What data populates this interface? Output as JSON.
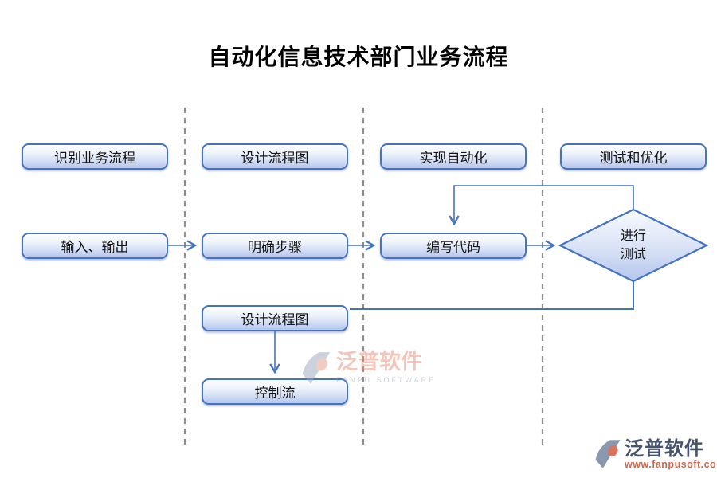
{
  "title": "自动化信息技术部门业务流程",
  "lane_headers": [
    {
      "label": "识别业务流程"
    },
    {
      "label": "设计流程图"
    },
    {
      "label": "实现自动化"
    },
    {
      "label": "测试和优化"
    }
  ],
  "steps": {
    "input_output": "输入、输出",
    "clarify_steps": "明确步骤",
    "write_code": "编写代码",
    "run_test_line1": "进行",
    "run_test_line2": "测试",
    "design_flowchart": "设计流程图",
    "control_flow": "控制流"
  },
  "watermark_center": {
    "brand": "泛普软件",
    "subtitle": "FANPU SOFTWARE"
  },
  "watermark_corner": {
    "brand": "泛普软件",
    "url": "www.fanpusoft.com"
  },
  "colors": {
    "node_border": "#4472c4",
    "connector": "#4472c4",
    "node_fill_top": "#fdfeff",
    "node_fill_bottom": "#b3c4ec",
    "dashed_line": "#8f8f8f",
    "brand_text": "#46546e",
    "brand_url": "#cf6a50",
    "watermark_pink": "#e98f76",
    "logo_gray": "#8b99b0",
    "logo_salmon": "#d8745c"
  }
}
